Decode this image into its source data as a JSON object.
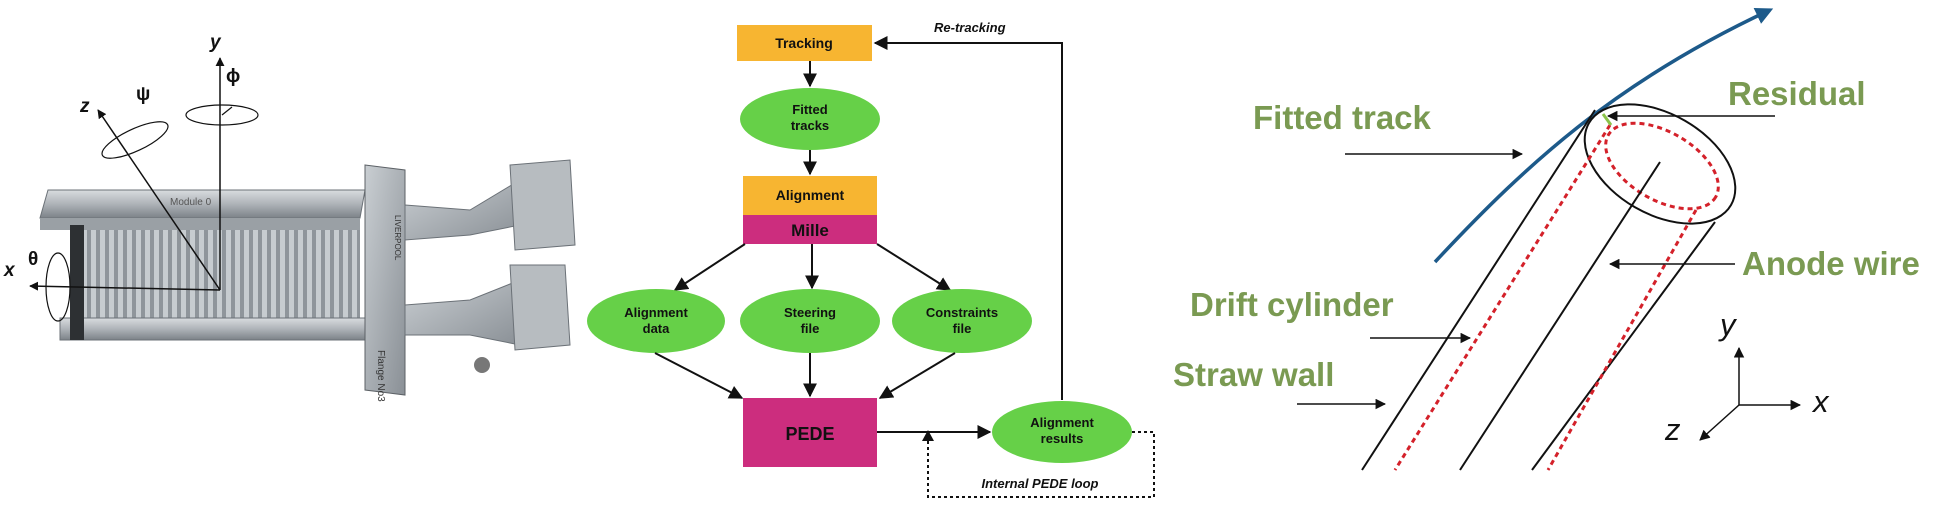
{
  "panel_left": {
    "axes": {
      "y": "y",
      "phi": "ϕ",
      "z": "z",
      "psi": "ψ",
      "x": "x",
      "theta": "θ"
    },
    "photo_labels": {
      "module": "Module 0",
      "flange": "Flange No3",
      "brand": "LIVERPOOL"
    }
  },
  "flowchart": {
    "tracking": "Tracking",
    "fitted_tracks": [
      "Fitted",
      "tracks"
    ],
    "alignment": "Alignment",
    "mille": "Mille",
    "alignment_data": [
      "Alignment",
      "data"
    ],
    "steering_file": [
      "Steering",
      "file"
    ],
    "constraints_file": [
      "Constraints",
      "file"
    ],
    "pede": "PEDE",
    "alignment_results": [
      "Alignment",
      "results"
    ],
    "retracking": "Re-tracking",
    "internal_loop": "Internal PEDE loop",
    "colors": {
      "box": "#f7b531",
      "mille": "#cc2d7e",
      "ellipse": "#66d048"
    }
  },
  "panel_right": {
    "labels": {
      "fitted_track": "Fitted track",
      "residual": "Residual",
      "anode_wire": "Anode wire",
      "drift_cylinder": "Drift cylinder",
      "straw_wall": "Straw wall"
    },
    "axes": {
      "y": "y",
      "x": "x",
      "z": "z"
    },
    "colors": {
      "label": "#7a9a52",
      "track": "#1d5a8a",
      "drift": "#d4212a"
    }
  }
}
